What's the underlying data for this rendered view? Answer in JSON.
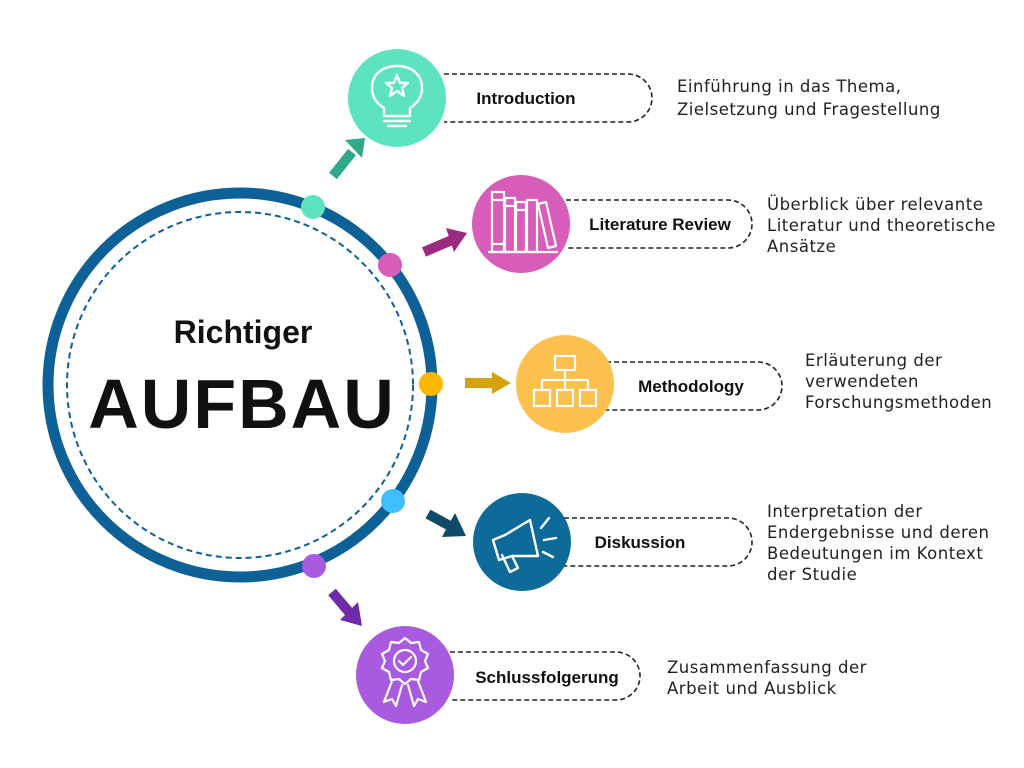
{
  "center": {
    "title_line1": "Richtiger",
    "title_line2": "AUFBAU"
  },
  "steps": [
    {
      "label": "Introduction",
      "icon": "lightbulb-star-icon",
      "color": "#5ee3c1",
      "arrow_color": "#2fa98a",
      "description": [
        "Einführung in das Thema,",
        "Zielsetzung und Fragestellung"
      ]
    },
    {
      "label": "Literature Review",
      "icon": "books-icon",
      "color": "#d85cb9",
      "arrow_color": "#9b2b7e",
      "description": [
        "Überblick über relevante",
        "Literatur und theoretische",
        "Ansätze"
      ]
    },
    {
      "label": "Methodology",
      "icon": "hierarchy-chart-icon",
      "color": "#fbc04e",
      "arrow_color": "#d5a10f",
      "description": [
        "Erläuterung der",
        "verwendeten",
        "Forschungsmethoden"
      ]
    },
    {
      "label": "Diskussion",
      "icon": "megaphone-icon",
      "color": "#0e6a98",
      "arrow_color": "#0e4a6a",
      "description": [
        "Interpretation der",
        "Endergebnisse und deren",
        "Bedeutungen im Kontext",
        "der Studie"
      ]
    },
    {
      "label": "Schlussfolgerung",
      "icon": "award-badge-icon",
      "color": "#a95be0",
      "arrow_color": "#6e2aa8",
      "description": [
        "Zusammenfassung der",
        "Arbeit und Ausblick"
      ]
    }
  ],
  "colors": {
    "ring": "#0e6196",
    "dashed_ring": "#0e6196",
    "dot_intro": "#5ee3c1",
    "dot_lit": "#d85cb9",
    "dot_method": "#fbb800",
    "dot_disk": "#3fbfff",
    "dot_schluss": "#a95be0"
  }
}
